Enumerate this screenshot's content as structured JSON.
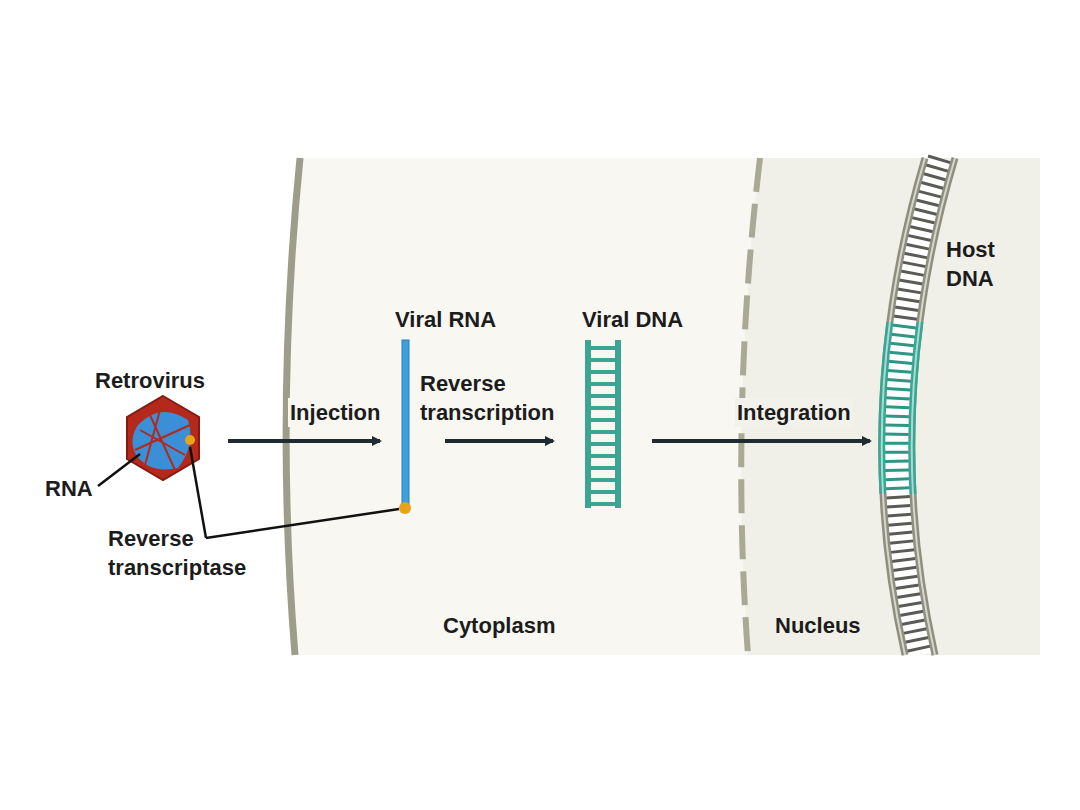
{
  "diagram": {
    "labels": [
      "Retrovirus",
      "RNA",
      "Reverse transcriptase",
      "Injection",
      "Viral RNA",
      "Reverse transcription",
      "Viral DNA",
      "Integration",
      "Host DNA",
      "Cytoplasm",
      "Nucleus"
    ]
  }
}
